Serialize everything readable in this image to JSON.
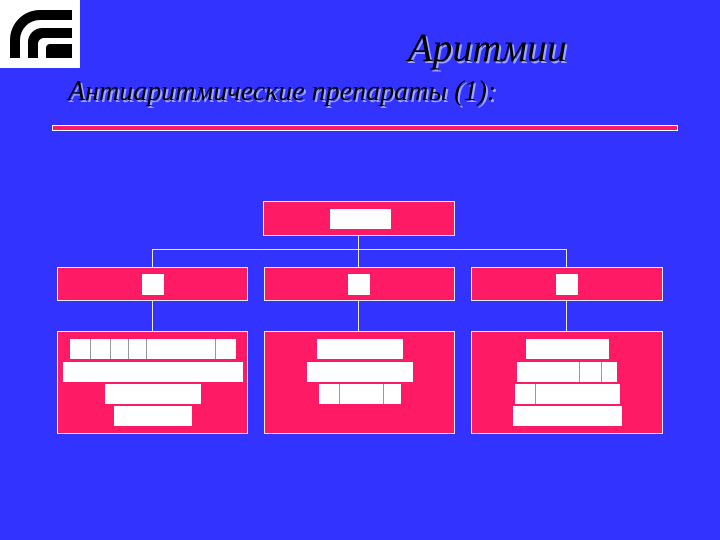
{
  "slide": {
    "title": "Аритмии",
    "subtitle": "Антиаритмические препараты (1):"
  },
  "logo": {
    "icon": "concentric-arcs-logo"
  },
  "colors": {
    "background": "#3333ff",
    "box_fill": "#ff1a66",
    "connector": "#e8e8e8",
    "text_placeholder": "#ffffff"
  },
  "org_chart": {
    "root": {
      "label": ""
    },
    "classes": [
      {
        "label": "",
        "drugs": [
          "",
          "",
          "",
          ""
        ]
      },
      {
        "label": "",
        "drugs": [
          "",
          "",
          ""
        ]
      },
      {
        "label": "",
        "drugs": [
          "",
          "",
          "",
          ""
        ]
      }
    ]
  }
}
